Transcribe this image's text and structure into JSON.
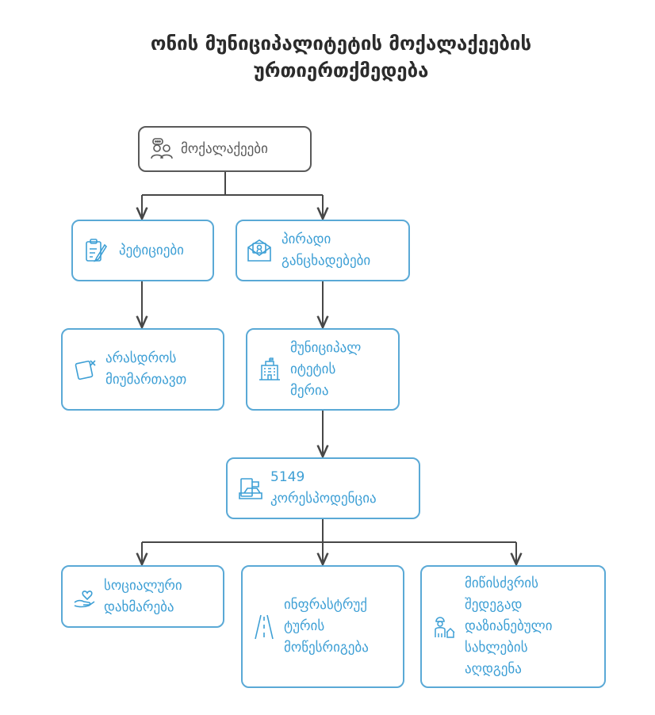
{
  "title": {
    "line1": "ონის მუნიციპალიტეტის მოქალაქეების",
    "line2": "ურთიერთქმედება"
  },
  "colors": {
    "accent": "#3d9fd5",
    "root": "#595959",
    "edge": "#474747"
  },
  "nodes": {
    "citizens": {
      "icon": "users-chat-icon",
      "lines": [
        "მოქალაქეები"
      ]
    },
    "petitions": {
      "icon": "clipboard-pen-icon",
      "lines": [
        "პეტიციები"
      ]
    },
    "personal": {
      "icon": "envelope-letter-icon",
      "lines": [
        "პირადი",
        "განცხადებები"
      ]
    },
    "never": {
      "icon": "note-x-icon",
      "lines": [
        "არასდროს",
        "მიუმართავთ"
      ]
    },
    "mayor": {
      "icon": "city-hall-icon",
      "lines": [
        "მუნიციპალ",
        "იტეტის",
        "მერია"
      ]
    },
    "correspondence": {
      "icon": "mailbox-icon",
      "lines": [
        "5149",
        "კორესპოდენცია"
      ]
    },
    "social": {
      "icon": "helping-hand-icon",
      "lines": [
        "სოციალური",
        "დახმარება"
      ]
    },
    "infra": {
      "icon": "road-icon",
      "lines": [
        "ინფრასტრუქ",
        "ტურის",
        "მოწესრიგება"
      ]
    },
    "earthquake": {
      "icon": "worker-house-icon",
      "lines": [
        "მიწისძვრის",
        "შედეგად",
        "დაზიანებული",
        "სახლების",
        "აღდგენა"
      ]
    }
  }
}
